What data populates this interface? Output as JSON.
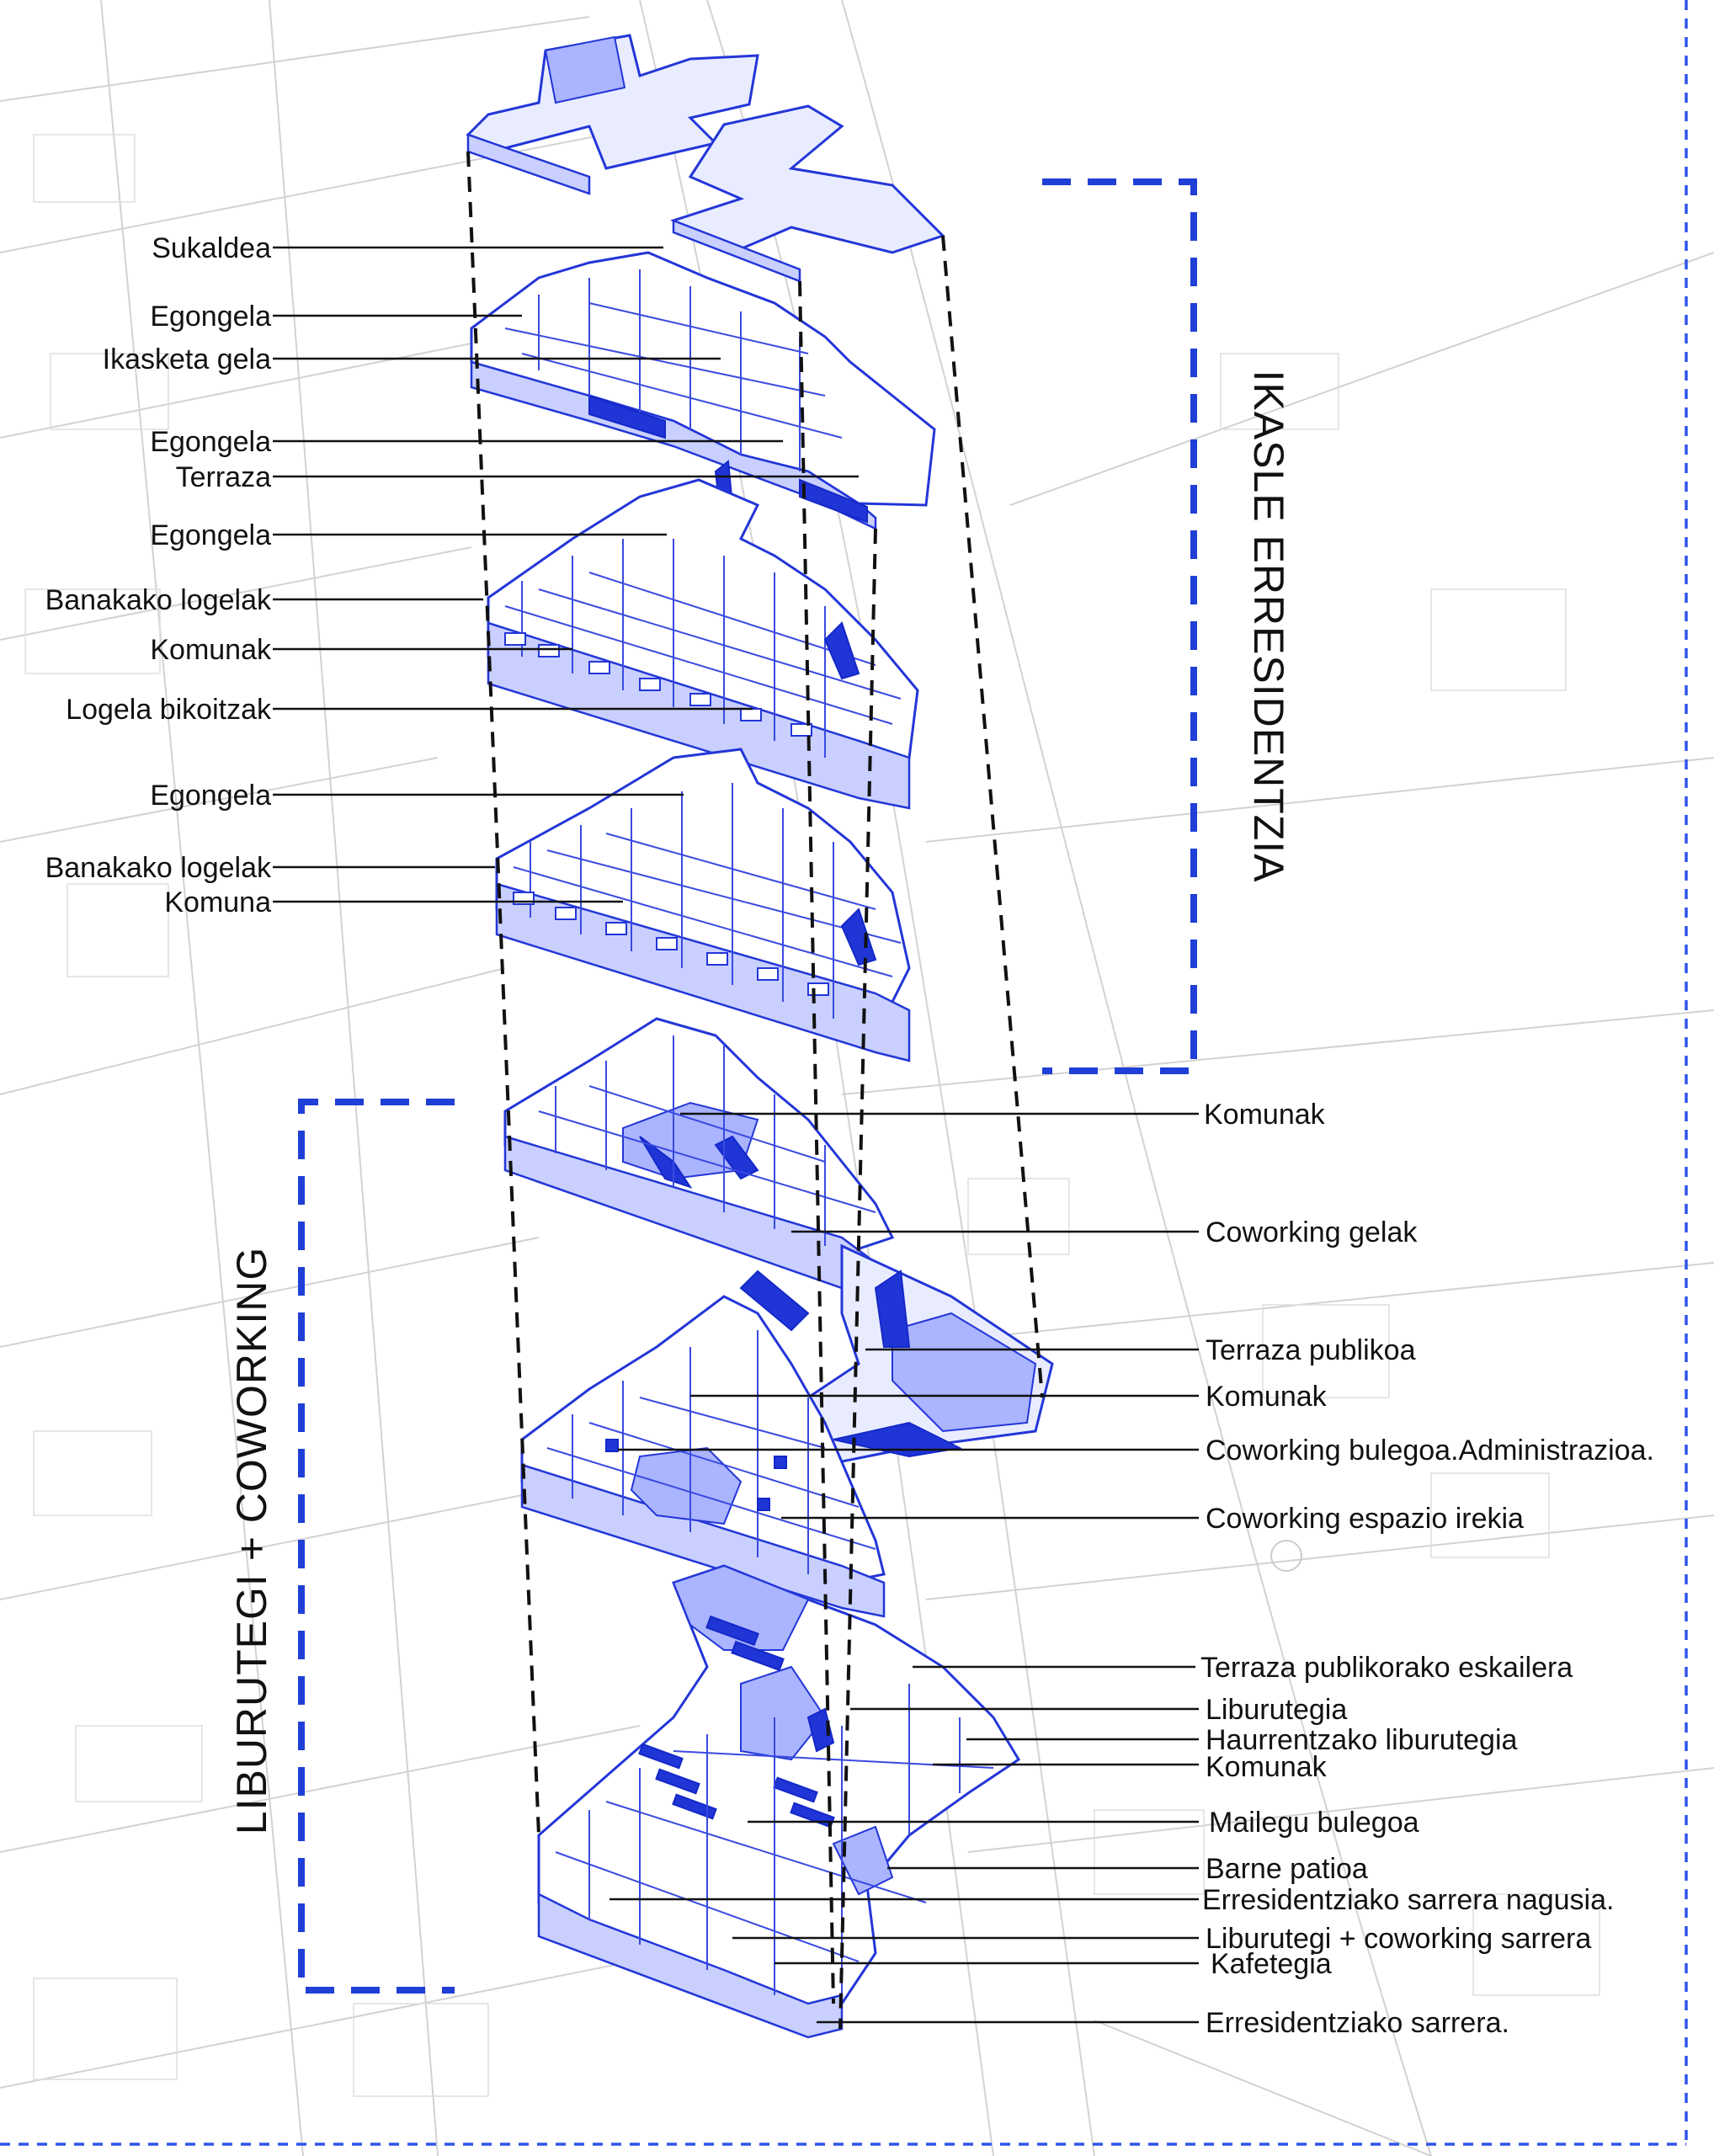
{
  "sections": {
    "residence": "IKASLE ERRESIDENTZIA",
    "library": "LIBURUTEGI + COWORKING"
  },
  "left_labels": [
    "Sukaldea",
    "Egongela",
    "Ikasketa gela",
    "Egongela",
    "Terraza",
    "Egongela",
    "Banakako logelak",
    "Komunak",
    "Logela bikoitzak",
    "Egongela",
    "Banakako logelak",
    "Komuna"
  ],
  "right_labels": [
    "Komunak",
    "Coworking gelak",
    "Terraza publikoa",
    "Komunak",
    "Coworking bulegoa.Administrazioa.",
    "Coworking espazio irekia",
    "Terraza publikorako eskailera",
    "Liburutegia",
    "Haurrentzako liburutegia",
    "Komunak",
    "Mailegu bulegoa",
    "Barne patioa",
    "Erresidentziako sarrera nagusia.",
    "Liburutegi + coworking sarrera",
    "Kafetegia",
    "Erresidentziako sarrera."
  ],
  "colors": {
    "accent": "#1f3fd6",
    "line": "#2336d8",
    "text": "#111111",
    "map": "#d2d2d2"
  }
}
